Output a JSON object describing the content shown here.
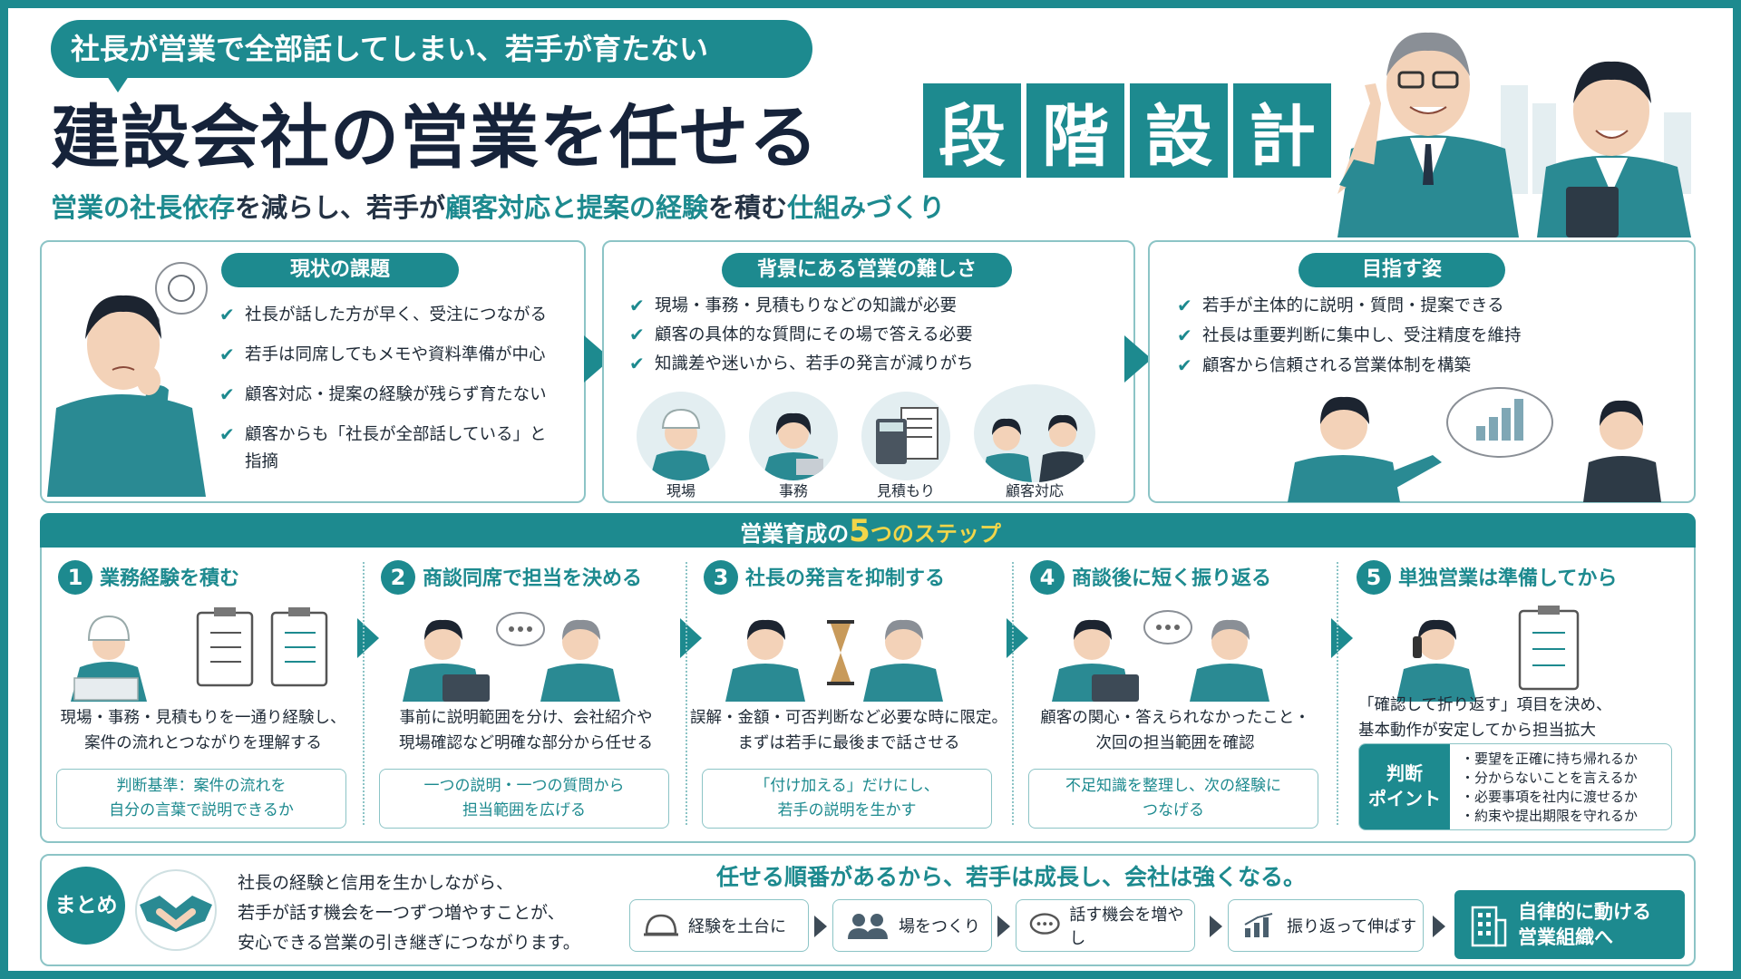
{
  "header": {
    "tagline": "社長が営業で全部話してしまい、若手が育たない",
    "title_main": "建設会社の営業を任せる",
    "title_highlight": [
      "段",
      "階",
      "設",
      "計"
    ],
    "subtitle_parts": [
      "営業の社長依存",
      "を減らし、若手が",
      "顧客対応と提案の経験",
      "を積む",
      "仕組みづくり"
    ]
  },
  "panels": {
    "current": {
      "title": "現状の課題",
      "items": [
        "社長が話した方が早く、受注につながる",
        "若手は同席してもメモや資料準備が中心",
        "顧客対応・提案の経験が残らず育たない",
        "顧客からも「社長が全部話している」と",
        "指摘"
      ]
    },
    "background": {
      "title": "背景にある営業の難しさ",
      "items": [
        "現場・事務・見積もりなどの知識が必要",
        "顧客の具体的な質問にその場で答える必要",
        "知識差や迷いから、若手の発言が減りがち"
      ],
      "illustrations": [
        "現場",
        "事務",
        "見積もり",
        "顧客対応"
      ]
    },
    "goal": {
      "title": "目指す姿",
      "items": [
        "若手が主体的に説明・質問・提案できる",
        "社長は重要判断に集中し、受注精度を維持",
        "顧客から信頼される営業体制を構築"
      ]
    }
  },
  "steps_header": {
    "prefix": "営業育成の",
    "number": "5",
    "suffix": "つのステップ"
  },
  "steps": [
    {
      "num": "1",
      "title": "業務経験を積む",
      "desc1": "現場・事務・見積もりを一通り経験し、",
      "desc2": "案件の流れとつながりを理解する",
      "box1": "判断基準：案件の流れを",
      "box2": "自分の言葉で説明できるか"
    },
    {
      "num": "2",
      "title": "商談同席で担当を決める",
      "desc1": "事前に説明範囲を分け、会社紹介や",
      "desc2": "現場確認など明確な部分から任せる",
      "box1": "一つの説明・一つの質問から",
      "box2": "担当範囲を広げる"
    },
    {
      "num": "3",
      "title": "社長の発言を抑制する",
      "desc1": "誤解・金額・可否判断など必要な時に限定。",
      "desc2": "まずは若手に最後まで話させる",
      "box1": "「付け加える」だけにし、",
      "box2": "若手の説明を生かす"
    },
    {
      "num": "4",
      "title": "商談後に短く振り返る",
      "desc1": "顧客の関心・答えられなかったこと・",
      "desc2": "次回の担当範囲を確認",
      "box1": "不足知識を整理し、次の経験に",
      "box2": "つなげる"
    },
    {
      "num": "5",
      "title": "単独営業は準備してから",
      "desc1": "「確認して折り返す」項目を決め、",
      "desc2": "基本動作が安定してから担当拡大"
    }
  ],
  "judge": {
    "label1": "判断",
    "label2": "ポイント",
    "items": [
      "要望を正確に持ち帰れるか",
      "分からないことを言えるか",
      "必要事項を社内に渡せるか",
      "約束や提出期限を守れるか"
    ]
  },
  "summary": {
    "badge": "まとめ",
    "lines": [
      "社長の経験と信用を生かしながら、",
      "若手が話す機会を一つずつ増やすことが、",
      "安心できる営業の引き継ぎにつながります。"
    ],
    "slogan": "任せる順番があるから、若手は成長し、会社は強くなる。",
    "flow": [
      "経験を土台に",
      "場をつくり",
      "話す機会を増やし",
      "振り返って伸ばす"
    ],
    "final1": "自律的に動ける",
    "final2": "営業組織へ"
  },
  "colors": {
    "accent": "#1d8a8f",
    "highlight": "#f2d64a",
    "text": "#1f2a36",
    "border": "#8cc4c6"
  }
}
